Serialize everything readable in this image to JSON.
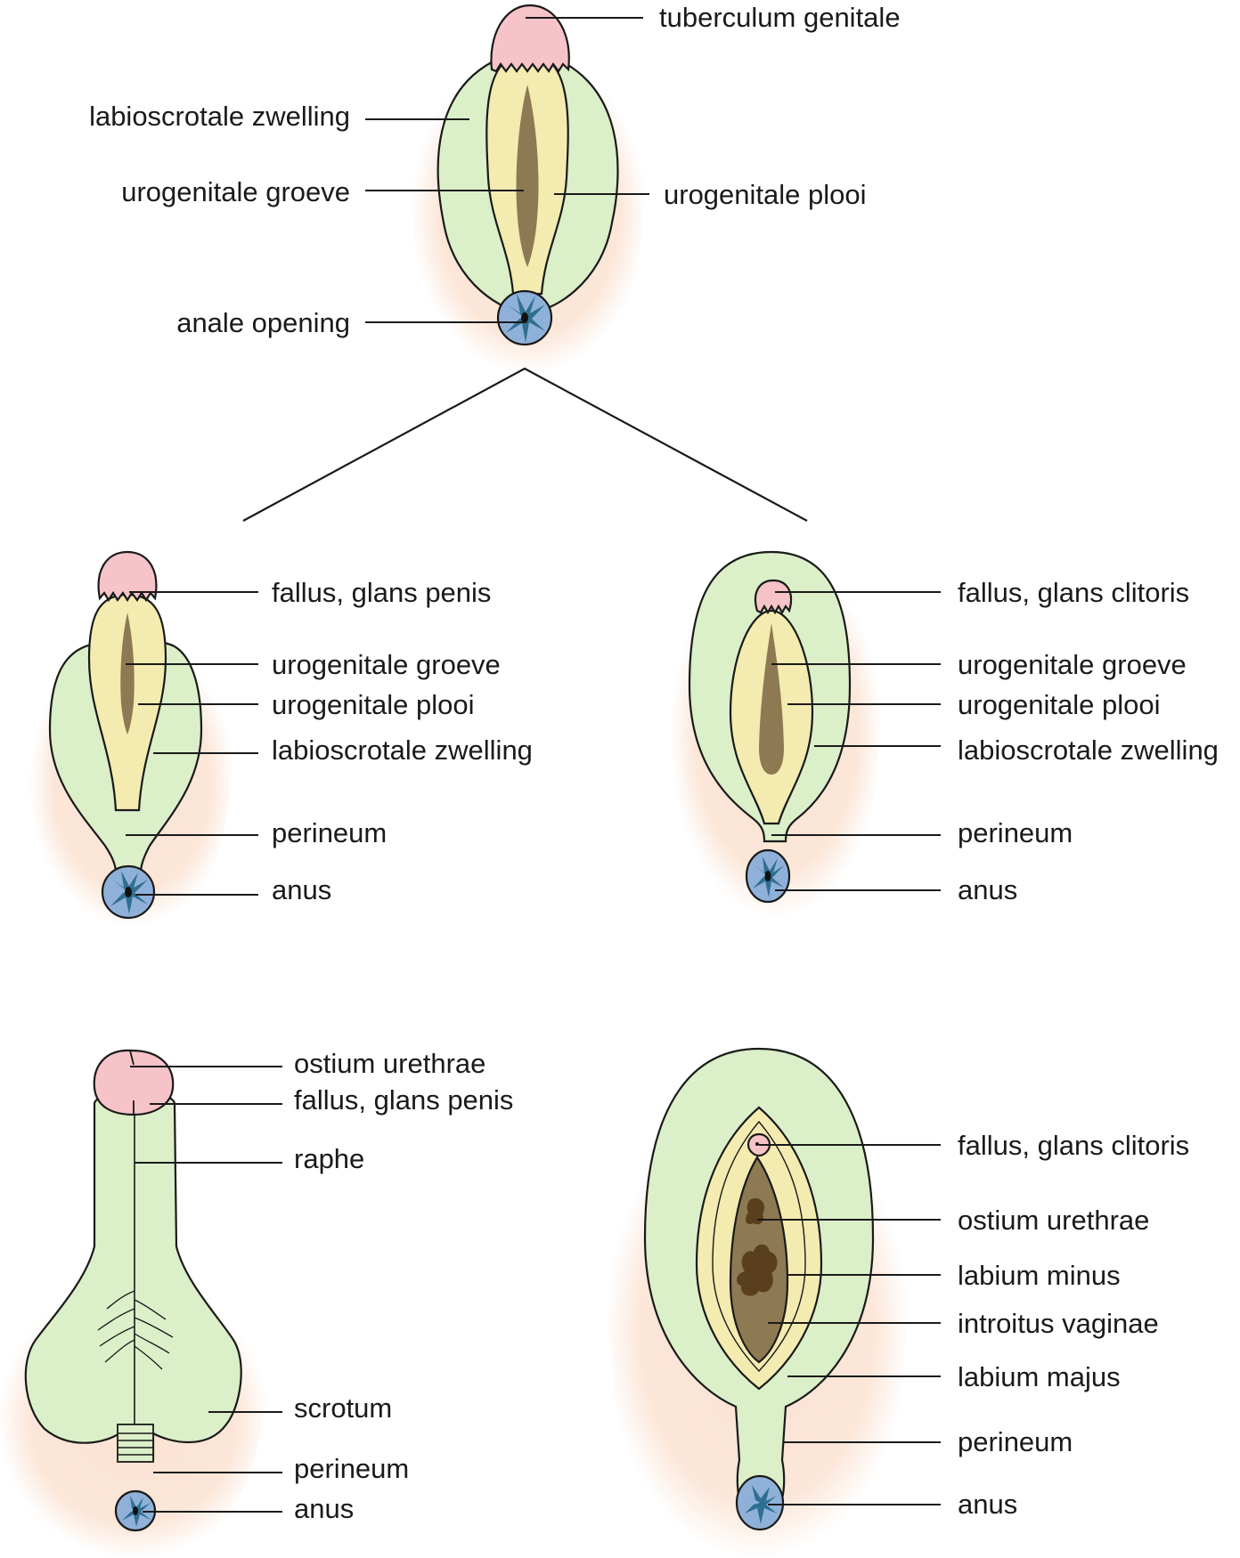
{
  "colors": {
    "skin": "#fbe3d3",
    "green": "#dbefc8",
    "yellow": "#f4ebb0",
    "brown": "#8d7a52",
    "darkbrown": "#6a5632",
    "pink": "#f6c3c8",
    "blue": "#8fb1d9",
    "darkblue": "#2f6f91",
    "line": "#1a1a1a"
  },
  "top": {
    "tuberculum": "tuberculum genitale",
    "labioscrotal": "labioscrotale zwelling",
    "groove": "urogenitale groeve",
    "fold": "urogenitale plooi",
    "anal_opening": "anale opening"
  },
  "male_early": {
    "glans": "fallus, glans penis",
    "groove": "urogenitale groeve",
    "fold": "urogenitale plooi",
    "labioscrotal": "labioscrotale zwelling",
    "perineum": "perineum",
    "anus": "anus"
  },
  "female_early": {
    "glans": "fallus, glans clitoris",
    "groove": "urogenitale groeve",
    "fold": "urogenitale plooi",
    "labioscrotal": "labioscrotale zwelling",
    "perineum": "perineum",
    "anus": "anus"
  },
  "male_late": {
    "ostium": "ostium urethrae",
    "glans": "fallus, glans penis",
    "raphe": "raphe",
    "scrotum": "scrotum",
    "perineum": "perineum",
    "anus": "anus"
  },
  "female_late": {
    "glans": "fallus, glans clitoris",
    "ostium": "ostium urethrae",
    "labium_minus": "labium minus",
    "introitus": "introitus vaginae",
    "labium_majus": "labium majus",
    "perineum": "perineum",
    "anus": "anus"
  }
}
